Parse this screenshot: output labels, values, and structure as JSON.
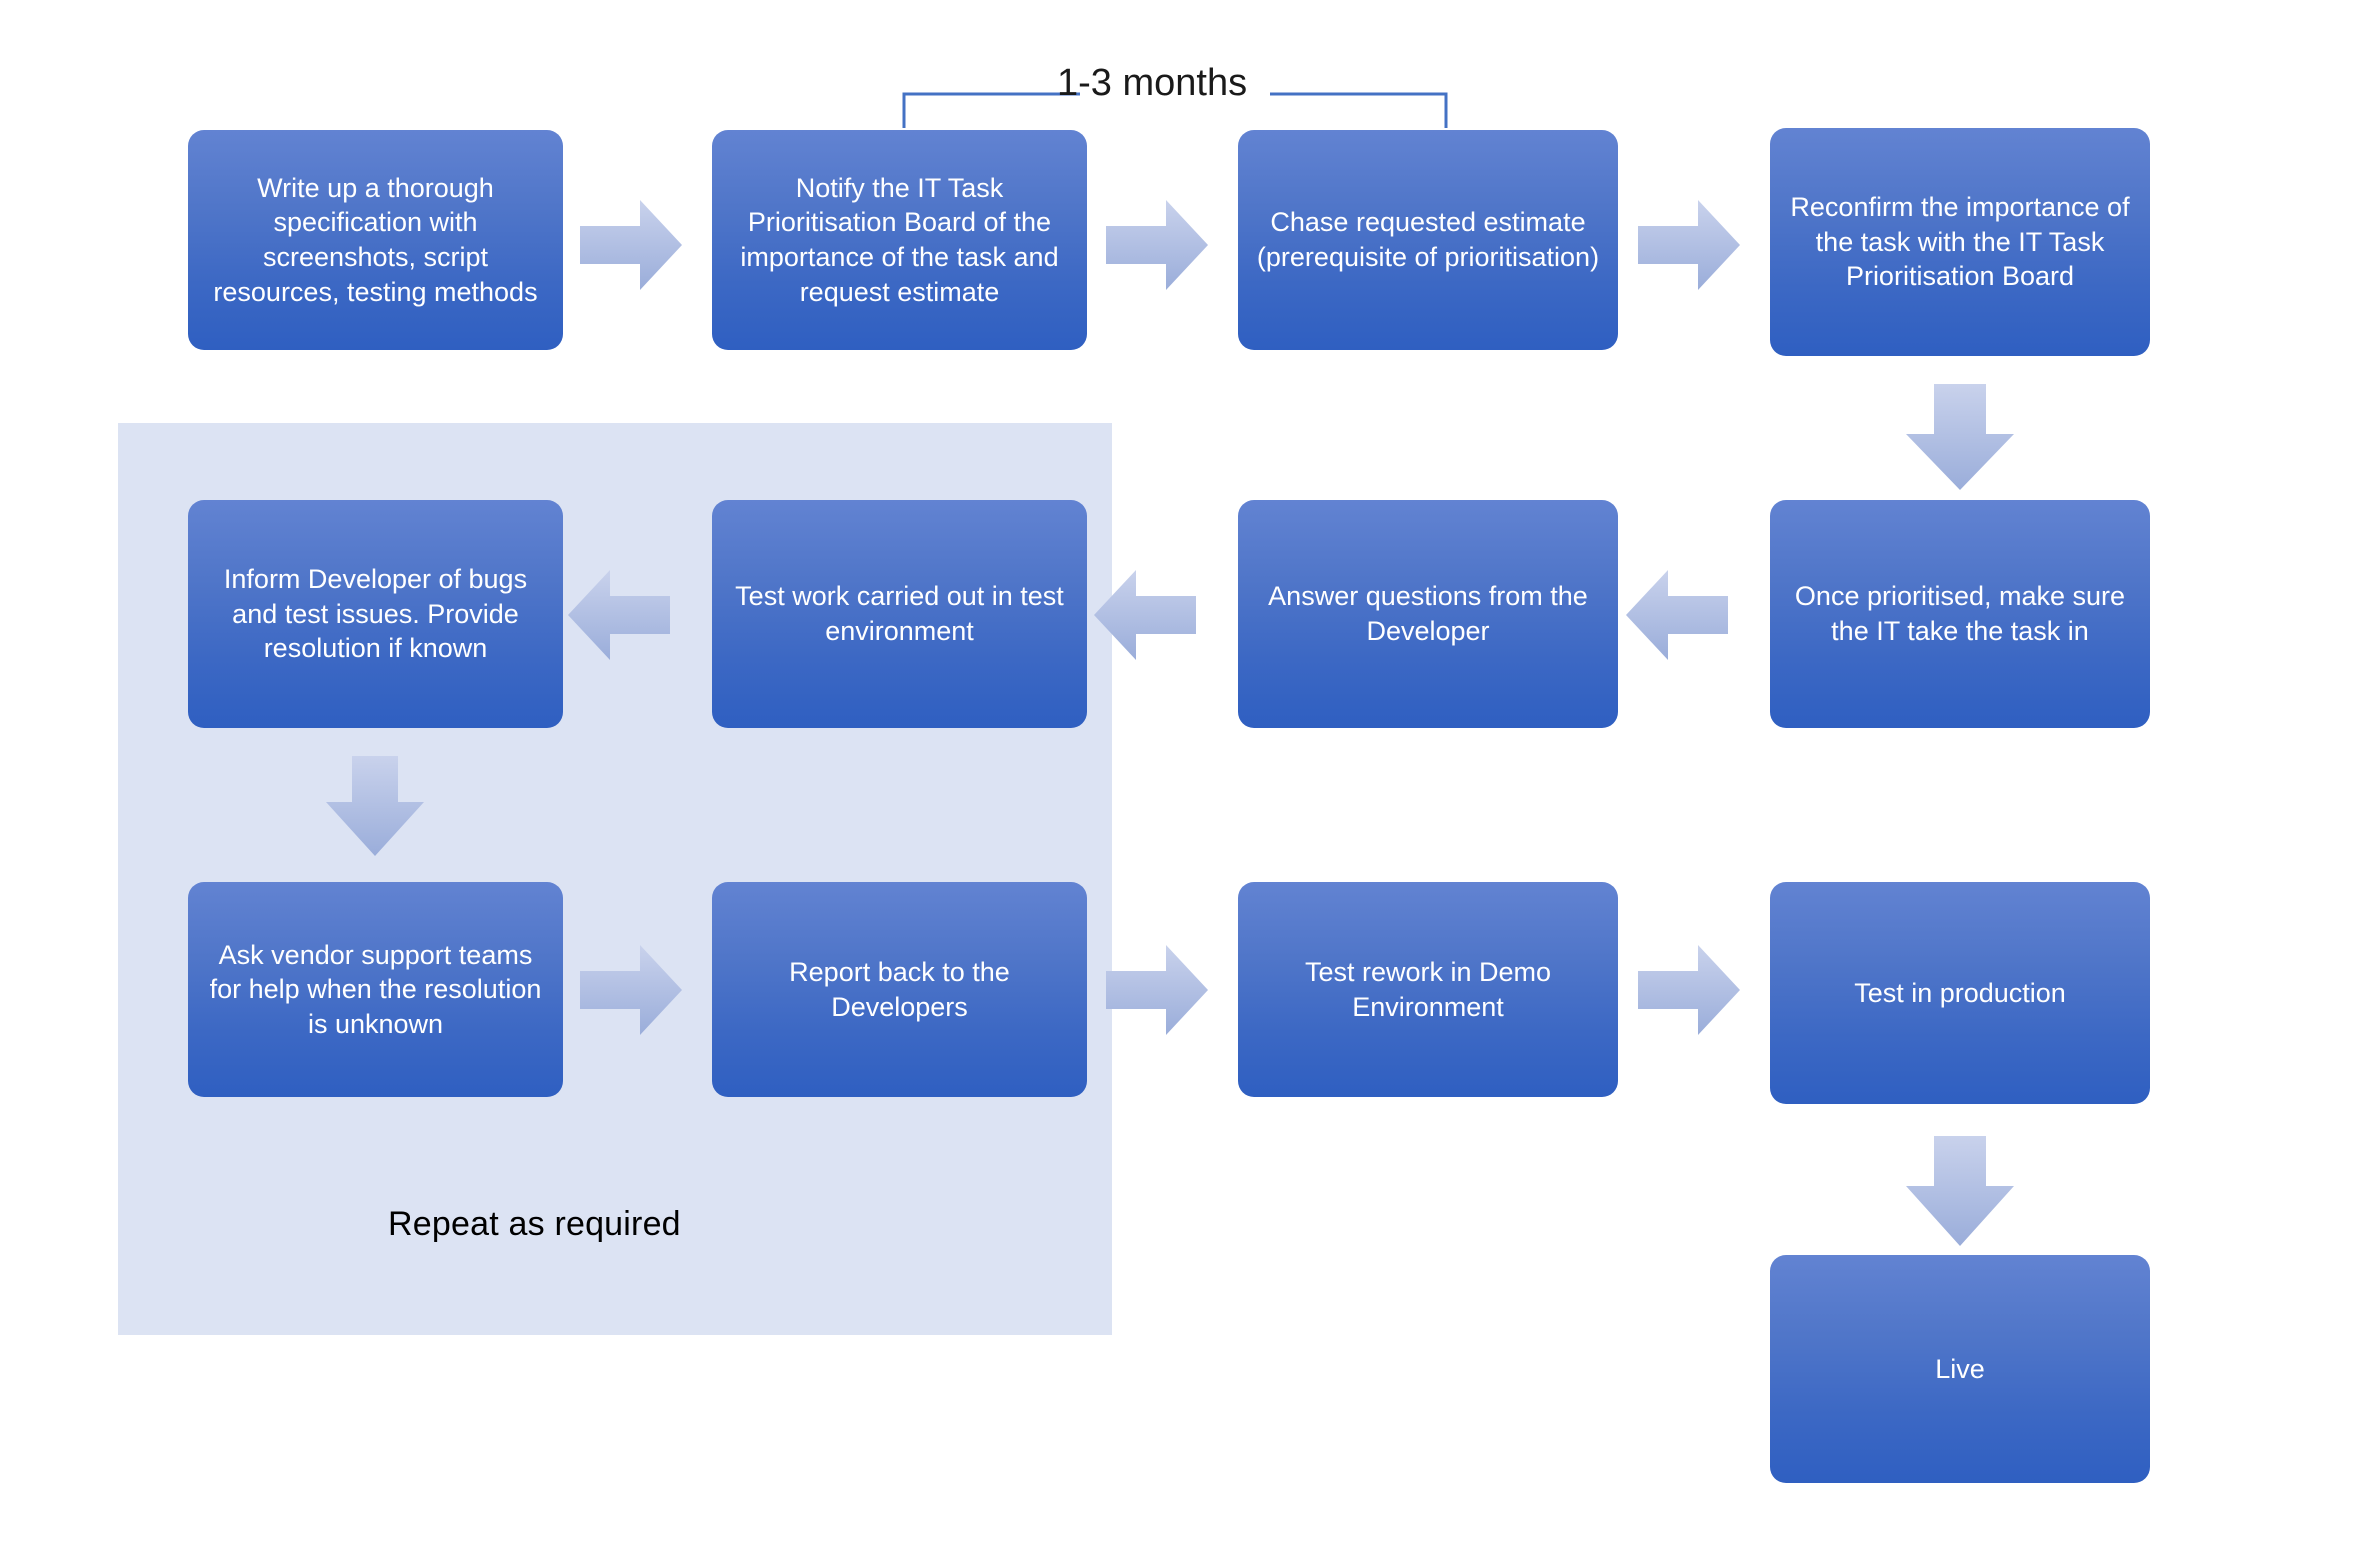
{
  "diagram": {
    "title_label": "1-3 months",
    "repeat_label": "Repeat as required",
    "colors": {
      "node_top": "#6283d2",
      "node_bottom": "#2f5fc1",
      "arrow_top": "#c3cde9",
      "arrow_bottom": "#9fb0dd",
      "region_bg": "#dce3f3",
      "bracket_line": "#4472c4",
      "node_text": "#ffffff",
      "label_text": "#1a1a1a"
    },
    "nodes": [
      {
        "id": "write-spec",
        "label": "Write up a thorough specification with screenshots, script resources, testing methods"
      },
      {
        "id": "notify-board",
        "label": "Notify the IT Task Prioritisation Board of the importance of the task and request estimate"
      },
      {
        "id": "chase-estimate",
        "label": "Chase requested estimate (prerequisite of prioritisation)"
      },
      {
        "id": "reconfirm",
        "label": "Reconfirm the importance of the task with the IT Task Prioritisation Board"
      },
      {
        "id": "once-prioritised",
        "label": "Once prioritised, make sure the IT take the task in"
      },
      {
        "id": "answer-questions",
        "label": "Answer questions from the Developer"
      },
      {
        "id": "test-work",
        "label": "Test work carried out in test environment"
      },
      {
        "id": "inform-developer",
        "label": "Inform Developer of bugs and test issues. Provide resolution if known"
      },
      {
        "id": "ask-vendor",
        "label": "Ask vendor support teams for help when the resolution is unknown"
      },
      {
        "id": "report-back",
        "label": "Report back to the Developers"
      },
      {
        "id": "test-rework",
        "label": "Test rework in Demo Environment"
      },
      {
        "id": "test-production",
        "label": "Test in production"
      },
      {
        "id": "live",
        "label": "Live"
      }
    ],
    "arrows": [
      {
        "id": "write-spec-to-notify-board",
        "direction": "right"
      },
      {
        "id": "notify-board-to-chase-estimate",
        "direction": "right"
      },
      {
        "id": "chase-estimate-to-reconfirm",
        "direction": "right"
      },
      {
        "id": "reconfirm-to-once-prioritised",
        "direction": "down"
      },
      {
        "id": "once-prioritised-to-answer",
        "direction": "left"
      },
      {
        "id": "answer-to-test-work",
        "direction": "left"
      },
      {
        "id": "test-work-to-inform-developer",
        "direction": "left"
      },
      {
        "id": "inform-developer-to-ask-vendor",
        "direction": "down"
      },
      {
        "id": "ask-vendor-to-report-back",
        "direction": "right"
      },
      {
        "id": "report-back-to-test-rework",
        "direction": "right"
      },
      {
        "id": "test-rework-to-test-production",
        "direction": "right"
      },
      {
        "id": "test-production-to-live",
        "direction": "down"
      }
    ]
  }
}
